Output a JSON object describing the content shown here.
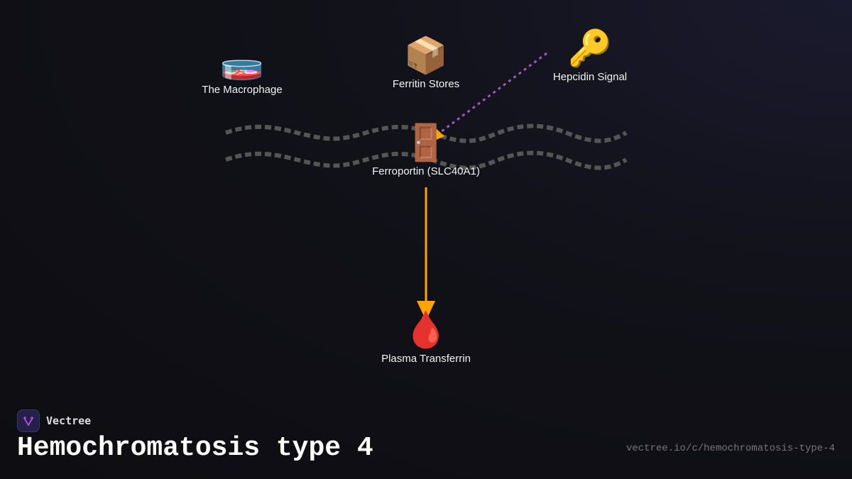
{
  "diagram": {
    "nodes": [
      {
        "id": "macrophage",
        "label": "The Macrophage",
        "icon": "petri-dish-icon",
        "glyph": "🧫"
      },
      {
        "id": "ferritin",
        "label": "Ferritin Stores",
        "icon": "package-icon",
        "glyph": "📦"
      },
      {
        "id": "hepcidin",
        "label": "Hepcidin Signal",
        "icon": "key-icon",
        "glyph": "🔑"
      },
      {
        "id": "ferroportin",
        "label": "Ferroportin (SLC40A1)",
        "icon": "door-icon",
        "glyph": "🚪"
      },
      {
        "id": "transferrin",
        "label": "Plasma Transferrin",
        "icon": "blood-drop-icon",
        "glyph": "🩸"
      }
    ],
    "edges": [
      {
        "from": "hepcidin",
        "to": "ferroportin",
        "style": "dotted",
        "color": "#9b59b6"
      },
      {
        "from": "ferroportin",
        "to": "transferrin",
        "style": "solid",
        "color": "#ffa500"
      }
    ],
    "membrane_color": "#555555"
  },
  "footer": {
    "brand": "Vectree",
    "title": "Hemochromatosis type 4",
    "url": "vectree.io/c/hemochromatosis-type-4"
  }
}
